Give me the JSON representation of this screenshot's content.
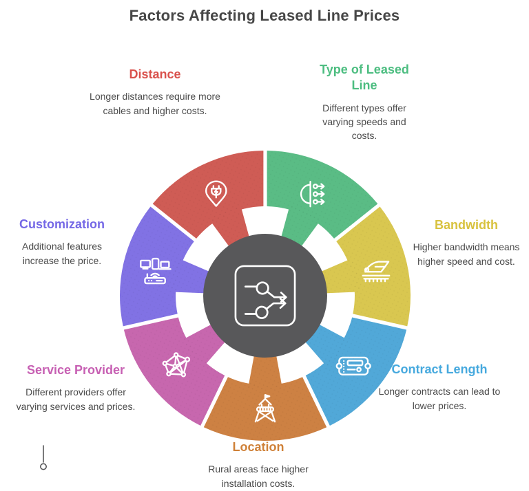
{
  "page": {
    "title": "Factors Affecting Leased Line Prices"
  },
  "wheel": {
    "center_color": "#58585A",
    "center_icon": "routing-icon",
    "icon_stroke": "#FFFFFF",
    "segments": [
      {
        "id": "type-of-leased-line",
        "label": "Type of Leased Line",
        "description": "Different types offer varying speeds and costs.",
        "color": "#5ABC85",
        "heading_color": "#4CBD80",
        "icon": "splitter-icon"
      },
      {
        "id": "bandwidth",
        "label": "Bandwidth",
        "description": "Higher bandwidth means higher speed and cost.",
        "color": "#D9C750",
        "heading_color": "#D8C23E",
        "icon": "speed-train-icon"
      },
      {
        "id": "contract-length",
        "label": "Contract Length",
        "description": "Longer contracts can lead to lower prices.",
        "color": "#51A8D8",
        "heading_color": "#46A9DE",
        "icon": "ticket-icon"
      },
      {
        "id": "location",
        "label": "Location",
        "description": "Rural areas face higher installation costs.",
        "color": "#CD8143",
        "heading_color": "#CF8138",
        "icon": "watchtower-icon"
      },
      {
        "id": "service-provider",
        "label": "Service Provider",
        "description": "Different providers offer varying services and prices.",
        "color": "#C767AE",
        "heading_color": "#C760B3",
        "icon": "network-mesh-icon"
      },
      {
        "id": "customization",
        "label": "Customization",
        "description": "Additional features increase the price.",
        "color": "#8172E4",
        "heading_color": "#7568E6",
        "icon": "devices-router-icon"
      },
      {
        "id": "distance",
        "label": "Distance",
        "description": "Longer distances require more cables and higher costs.",
        "color": "#CF5C55",
        "heading_color": "#D9514C",
        "icon": "charging-pin-icon"
      }
    ]
  },
  "footer": {
    "marker_icon": "pin-marker-icon",
    "marker_color": "#58585A"
  }
}
